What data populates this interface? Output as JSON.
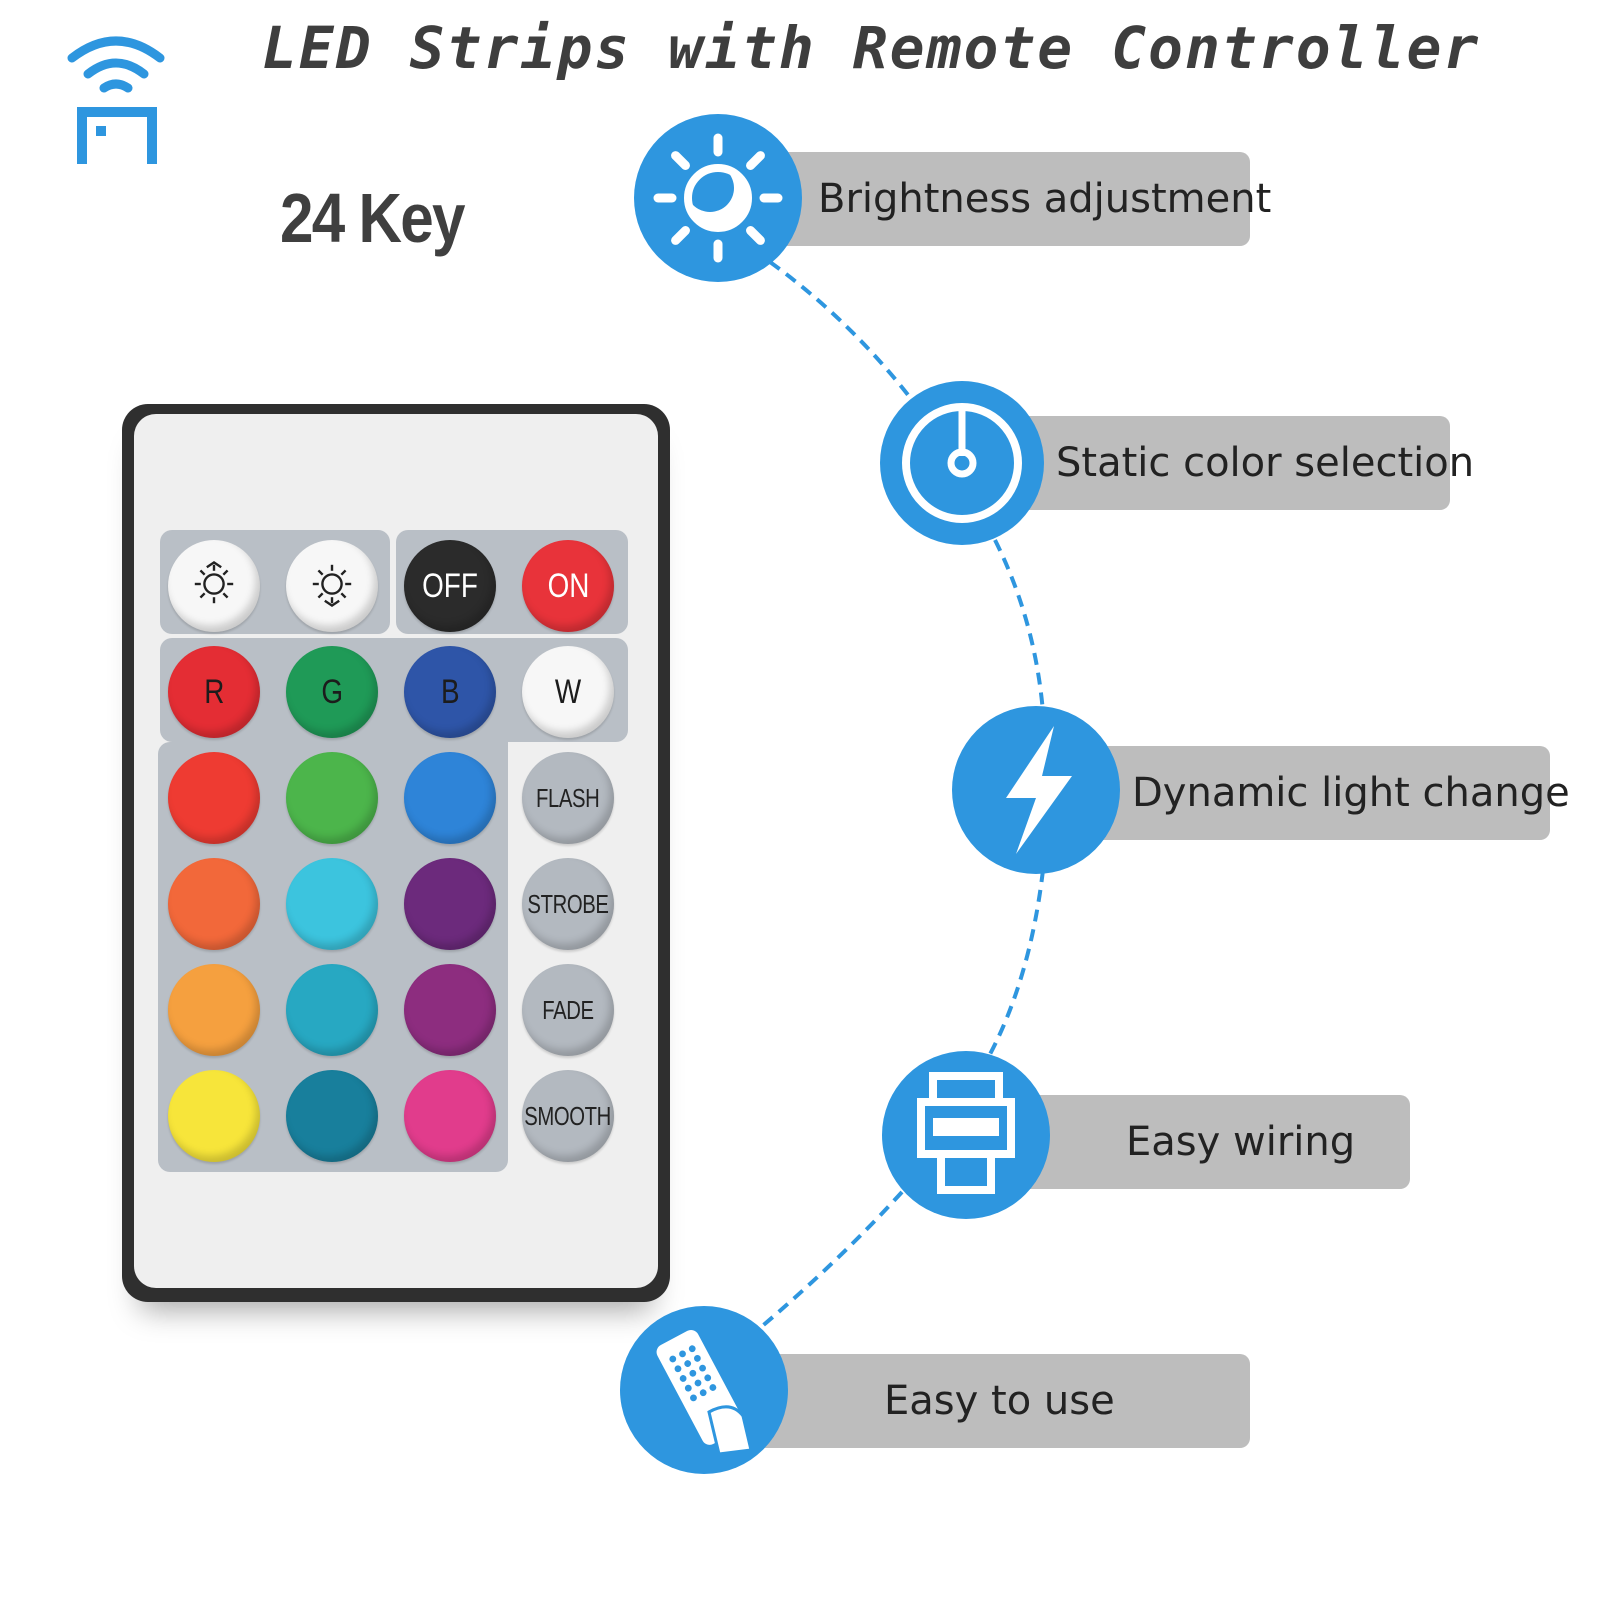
{
  "title": "LED Strips with Remote Controller",
  "key_count_label": "24 Key",
  "remote": {
    "top_row": [
      {
        "type": "icon",
        "name": "brightness-up-icon",
        "bg": "#f7f7f7"
      },
      {
        "type": "icon",
        "name": "brightness-down-icon",
        "bg": "#f7f7f7"
      },
      {
        "type": "text",
        "label": "OFF",
        "bg": "#2b2b2b",
        "fg": "#ffffff"
      },
      {
        "type": "text",
        "label": "ON",
        "bg": "#e8333a",
        "fg": "#ffffff"
      }
    ],
    "rgbw_row": [
      {
        "label": "R",
        "bg": "#e42d34",
        "fg": "#1c1c1c"
      },
      {
        "label": "G",
        "bg": "#1f9a57",
        "fg": "#1c1c1c"
      },
      {
        "label": "B",
        "bg": "#2e55a8",
        "fg": "#1c1c1c"
      },
      {
        "label": "W",
        "bg": "#f7f7f7",
        "fg": "#1c1c1c"
      }
    ],
    "color_grid": [
      [
        "#ee3b32",
        "#4cb54b",
        "#2e84d8"
      ],
      [
        "#f2683a",
        "#3cc4de",
        "#6c2a7c"
      ],
      [
        "#f5a03f",
        "#27a8c2",
        "#8d2d7f"
      ],
      [
        "#f7e53a",
        "#187f9c",
        "#e13c8c"
      ]
    ],
    "modes": [
      {
        "label": "FLASH"
      },
      {
        "label": "STROBE"
      },
      {
        "label": "FADE"
      },
      {
        "label": "SMOOTH"
      }
    ],
    "mode_bg": "#b3b9c0"
  },
  "features": [
    {
      "label": "Brightness adjustment",
      "icon": "brightness-sun-icon"
    },
    {
      "label": "Static color selection",
      "icon": "power-icon"
    },
    {
      "label": "Dynamic light change",
      "icon": "lightning-icon"
    },
    {
      "label": "Easy wiring",
      "icon": "connector-icon"
    },
    {
      "label": "Easy to use",
      "icon": "remote-hand-icon"
    }
  ],
  "colors": {
    "accent_blue": "#2e96df",
    "bar_gray": "#bdbdbd",
    "title_gray": "#3e3e3e"
  }
}
